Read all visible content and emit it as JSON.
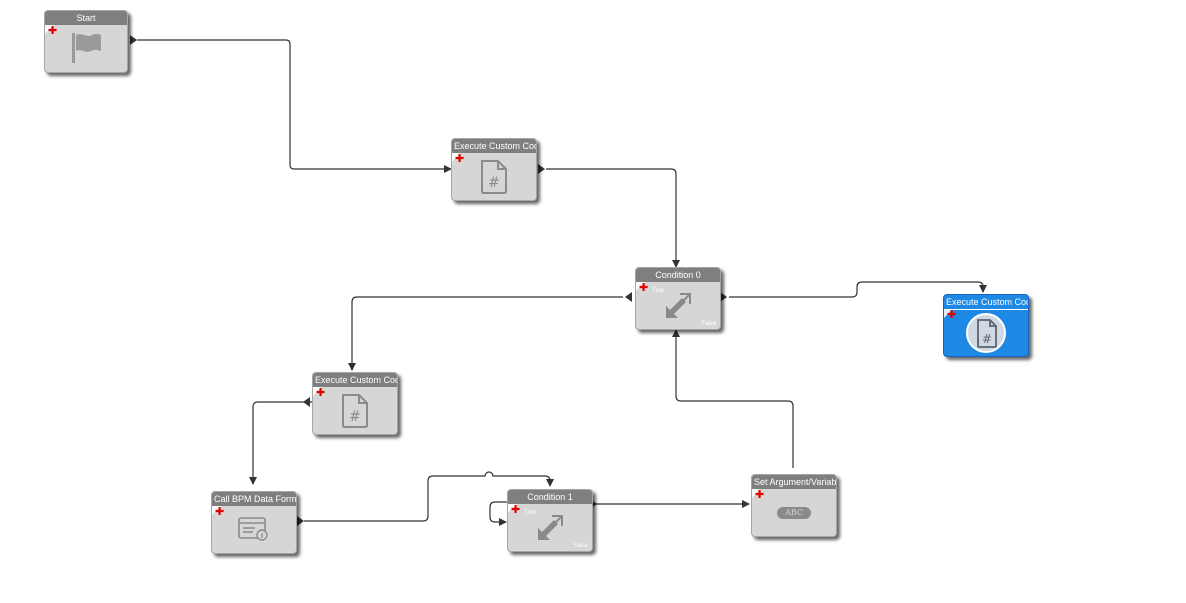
{
  "nodes": {
    "start": {
      "title": "Start",
      "icon": "flag-icon"
    },
    "exec1": {
      "title": "Execute Custom Code",
      "icon": "code-file-icon"
    },
    "cond0": {
      "title": "Condition 0",
      "true_label": "True",
      "false_label": "False",
      "icon": "condition-arrows-icon"
    },
    "exec_selected": {
      "title": "Execute Custom Code",
      "icon": "code-file-icon",
      "state": "selected"
    },
    "exec2": {
      "title": "Execute Custom Code",
      "icon": "code-file-icon"
    },
    "callbpm": {
      "title": "Call BPM Data Form",
      "icon": "form-icon"
    },
    "cond1": {
      "title": "Condition 1",
      "true_label": "True",
      "false_label": "False",
      "icon": "condition-arrows-icon"
    },
    "setarg": {
      "title": "Set Argument/Variable",
      "icon_text": "ABC",
      "icon": "abc-icon"
    }
  },
  "colors": {
    "node_bg": "#d6d6d6",
    "header_bg": "#7f7f7f",
    "selected_bg": "#1e88e5",
    "plus": "#e00000",
    "connector": "#333333"
  }
}
